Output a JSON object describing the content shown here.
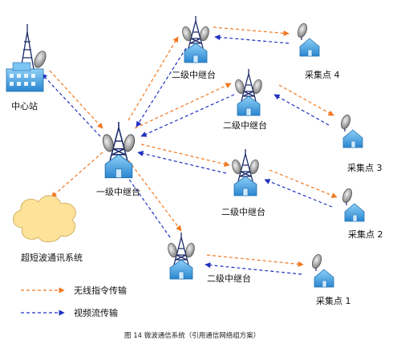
{
  "nodes": {
    "center_station": "中心站",
    "level1_relay": "一级中继台",
    "level2_relay_a": "二级中继台",
    "level2_relay_b": "二级中继台",
    "level2_relay_c": "二级中继台",
    "level2_relay_d": "二级中继台",
    "collection_point_4": "采集点 4",
    "collection_point_3": "采集点 3",
    "collection_point_2": "采集点 2",
    "collection_point_1": "采集点 1",
    "ultra_short_wave": "超短波通讯系统"
  },
  "legend": {
    "wireless_command": "无线指令传输",
    "video_stream": "视频流传输"
  },
  "caption": "图 14  微波通信系统（引用通信网络组方案）",
  "colors": {
    "wireless_command": "#f07820",
    "video_stream": "#2030c0",
    "building": "#3aa0e0",
    "tower": "#1a2a6a",
    "cloud": "#fde29a"
  }
}
